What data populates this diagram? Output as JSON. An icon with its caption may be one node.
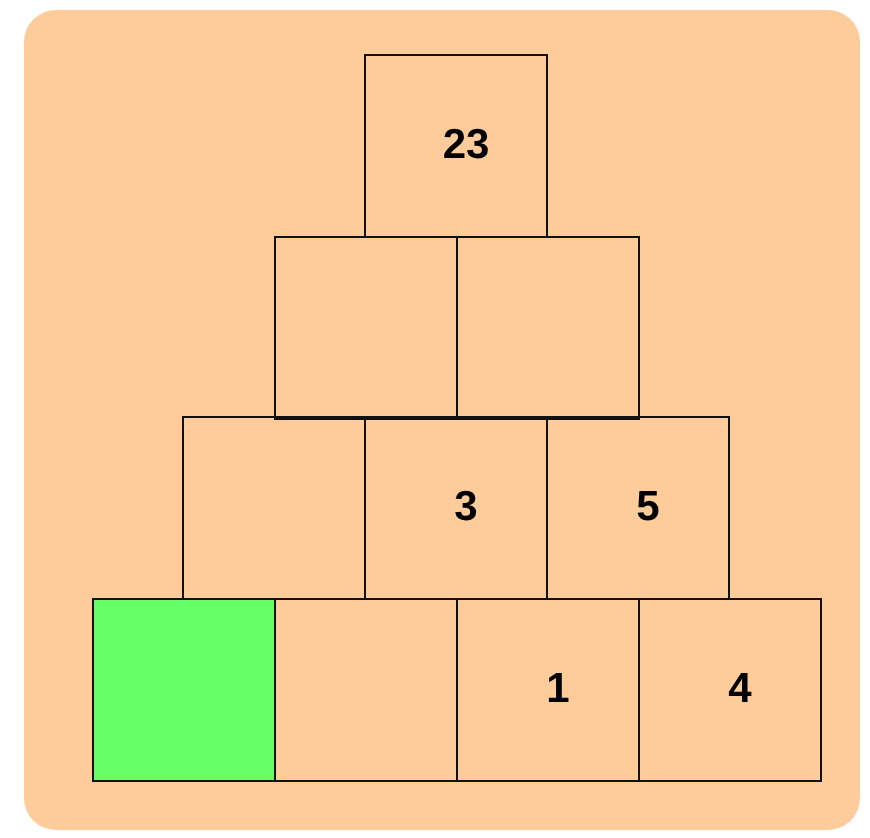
{
  "diagram": {
    "nodes": [
      {
        "text": [
          "23"
        ]
      },
      {
        "text": [],
        "shape": "box"
      },
      {
        "text": [],
        "shape": "box"
      },
      {
        "text": [],
        "shape": "box"
      },
      {
        "text": [
          "3"
        ]
      },
      {
        "text": [
          "5"
        ]
      },
      {
        "text": [],
        "shape": "box"
      },
      {
        "text": [],
        "shape": "box"
      },
      {
        "text": [
          "1"
        ]
      },
      {
        "text": [
          "4"
        ]
      }
    ]
  }
}
